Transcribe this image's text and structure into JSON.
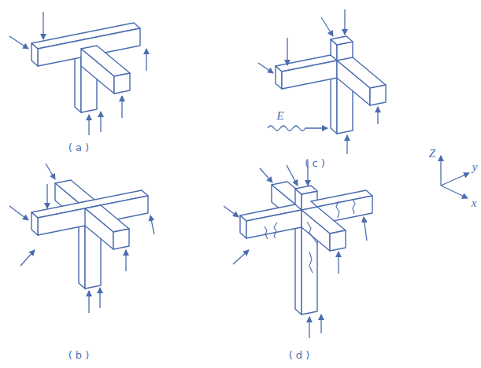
{
  "diagram": {
    "labels": [
      "( a )",
      "( c )",
      "( b )",
      "( d )",
      "E",
      "Z",
      "y",
      "x"
    ]
  }
}
